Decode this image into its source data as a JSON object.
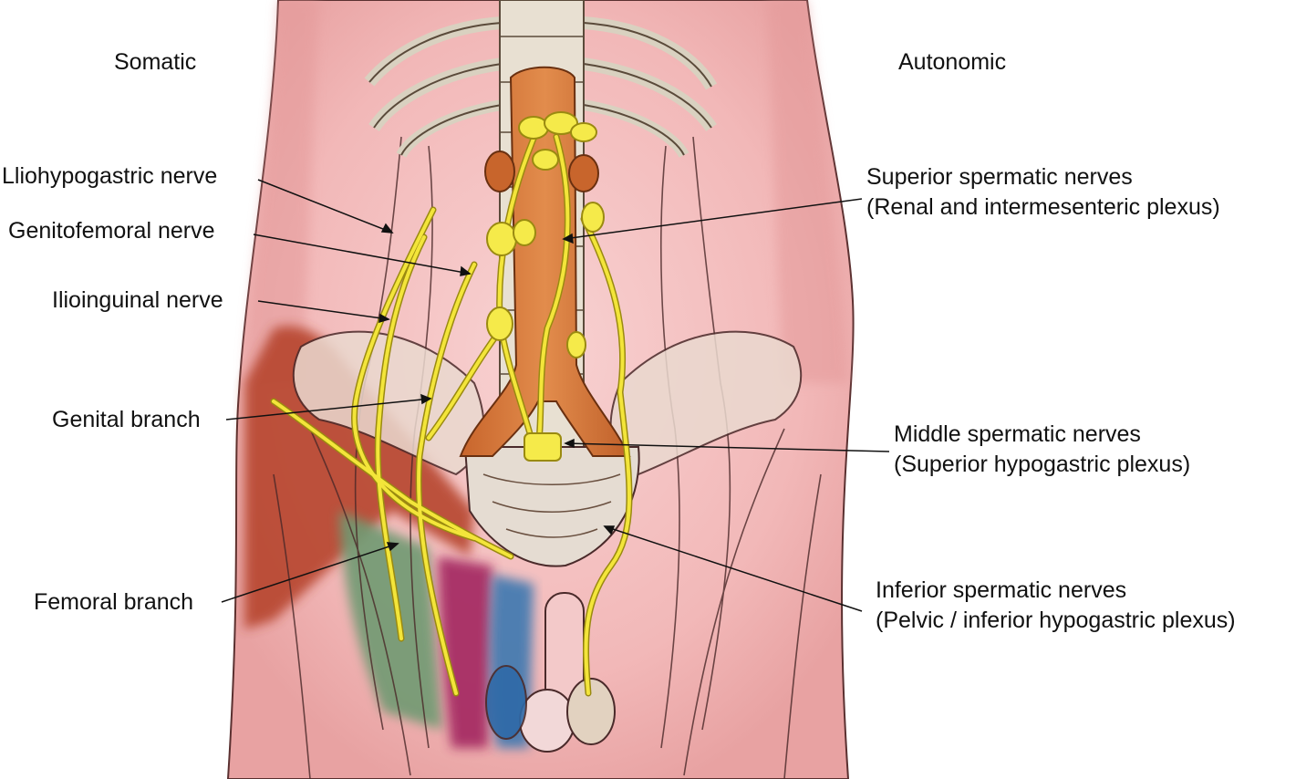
{
  "headings": {
    "somatic": "Somatic",
    "autonomic": "Autonomic"
  },
  "labels": {
    "iliohypogastric": "Lliohypogastric nerve",
    "genitofemoral": "Genitofemoral nerve",
    "ilioinguinal": "Ilioinguinal nerve",
    "genital_branch": "Genital branch",
    "femoral_branch": "Femoral branch",
    "superior_spermatic": {
      "line1": "Superior spermatic nerves",
      "line2": "(Renal and intermesenteric plexus)"
    },
    "middle_spermatic": {
      "line1": "Middle spermatic nerves",
      "line2": "(Superior hypogastric plexus)"
    },
    "inferior_spermatic": {
      "line1": "Inferior spermatic nerves",
      "line2": "(Pelvic / inferior hypogastric plexus)"
    }
  },
  "colors": {
    "skin": "#f3bcbc",
    "skin_dark": "#e59696",
    "aorta": "#d97a3e",
    "nerve": "#f3e53a",
    "nerve_outline": "#9a8a10",
    "bone": "#e8e0d2",
    "iliohypogastric_zone": "#b5432a",
    "genital_zone": "#a32760",
    "femoral_zone": "#6f9a72",
    "testis_zone": "#3c78b0"
  }
}
